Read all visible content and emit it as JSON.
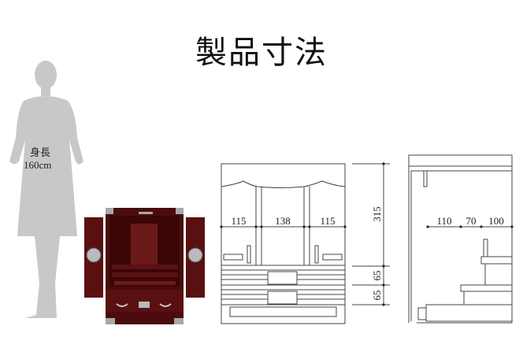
{
  "title": "製品寸法",
  "figure": {
    "height_label": "身長",
    "height_value": "160cm",
    "silhouette_color": "#c8c8c8"
  },
  "product_photo": {
    "wood_color": "#5a1010",
    "metal_color": "#a8a8ae"
  },
  "front_view": {
    "widths": [
      "115",
      "138",
      "115"
    ],
    "height_dims": [
      "315",
      "65",
      "65"
    ]
  },
  "side_view": {
    "depths": [
      "110",
      "70",
      "100"
    ]
  }
}
